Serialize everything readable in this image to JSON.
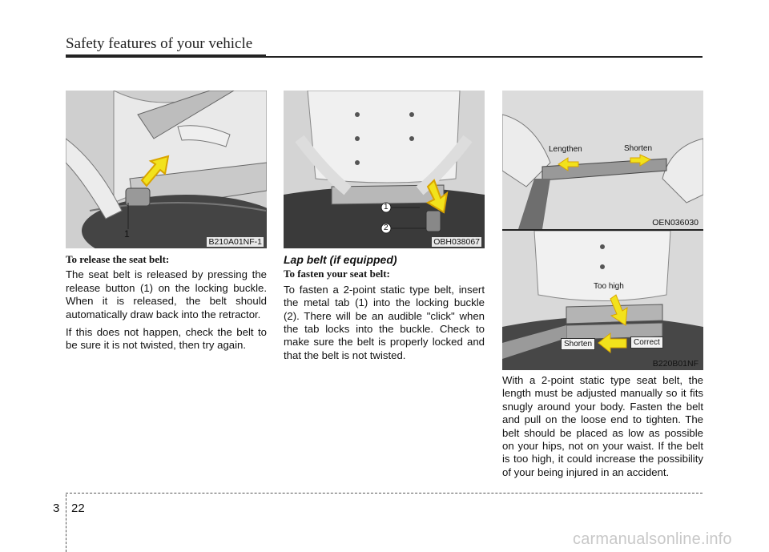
{
  "header": {
    "title": "Safety features of your vehicle"
  },
  "figures": {
    "fig1": {
      "code": "B210A01NF-1",
      "callout": "1"
    },
    "fig2": {
      "code": "OBH038067",
      "callout1": "1",
      "callout2": "2"
    },
    "fig3": {
      "code": "OEN036030",
      "lengthen": "Lengthen",
      "shorten": "Shorten"
    },
    "fig4": {
      "code": "B220B01NF",
      "too_high": "Too high",
      "shorten": "Shorten",
      "correct": "Correct"
    }
  },
  "col1": {
    "subhead": "To release the seat belt:",
    "p1": "The seat belt is released by pressing the release button (1) on the locking buckle. When it is released, the belt should automatically draw back into the retractor.",
    "p2": "If this does not happen, check the belt to be sure it is not twisted, then try again."
  },
  "col2": {
    "heading": "Lap belt (if equipped)",
    "subhead": "To fasten your seat belt:",
    "p1": "To fasten a 2-point static type belt, insert the metal tab (1) into the locking buckle (2). There will be an audible \"click\" when the tab locks into the buckle. Check to make sure the belt is properly locked and that the belt is not twisted."
  },
  "col3": {
    "p1": "With a 2-point static type seat belt, the length must be adjusted manually so it fits snugly around your body. Fasten the belt and pull on the loose end to tighten. The belt should be placed as low as possible on your hips, not on your waist. If the belt is too high, it could increase the possibility of your being injured in an accident."
  },
  "footer": {
    "chapter": "3",
    "page": "22",
    "watermark": "carmanualsonline.info"
  },
  "colors": {
    "accent_arrow": "#f2e21c",
    "accent_arrow_stroke": "#d9a400"
  }
}
